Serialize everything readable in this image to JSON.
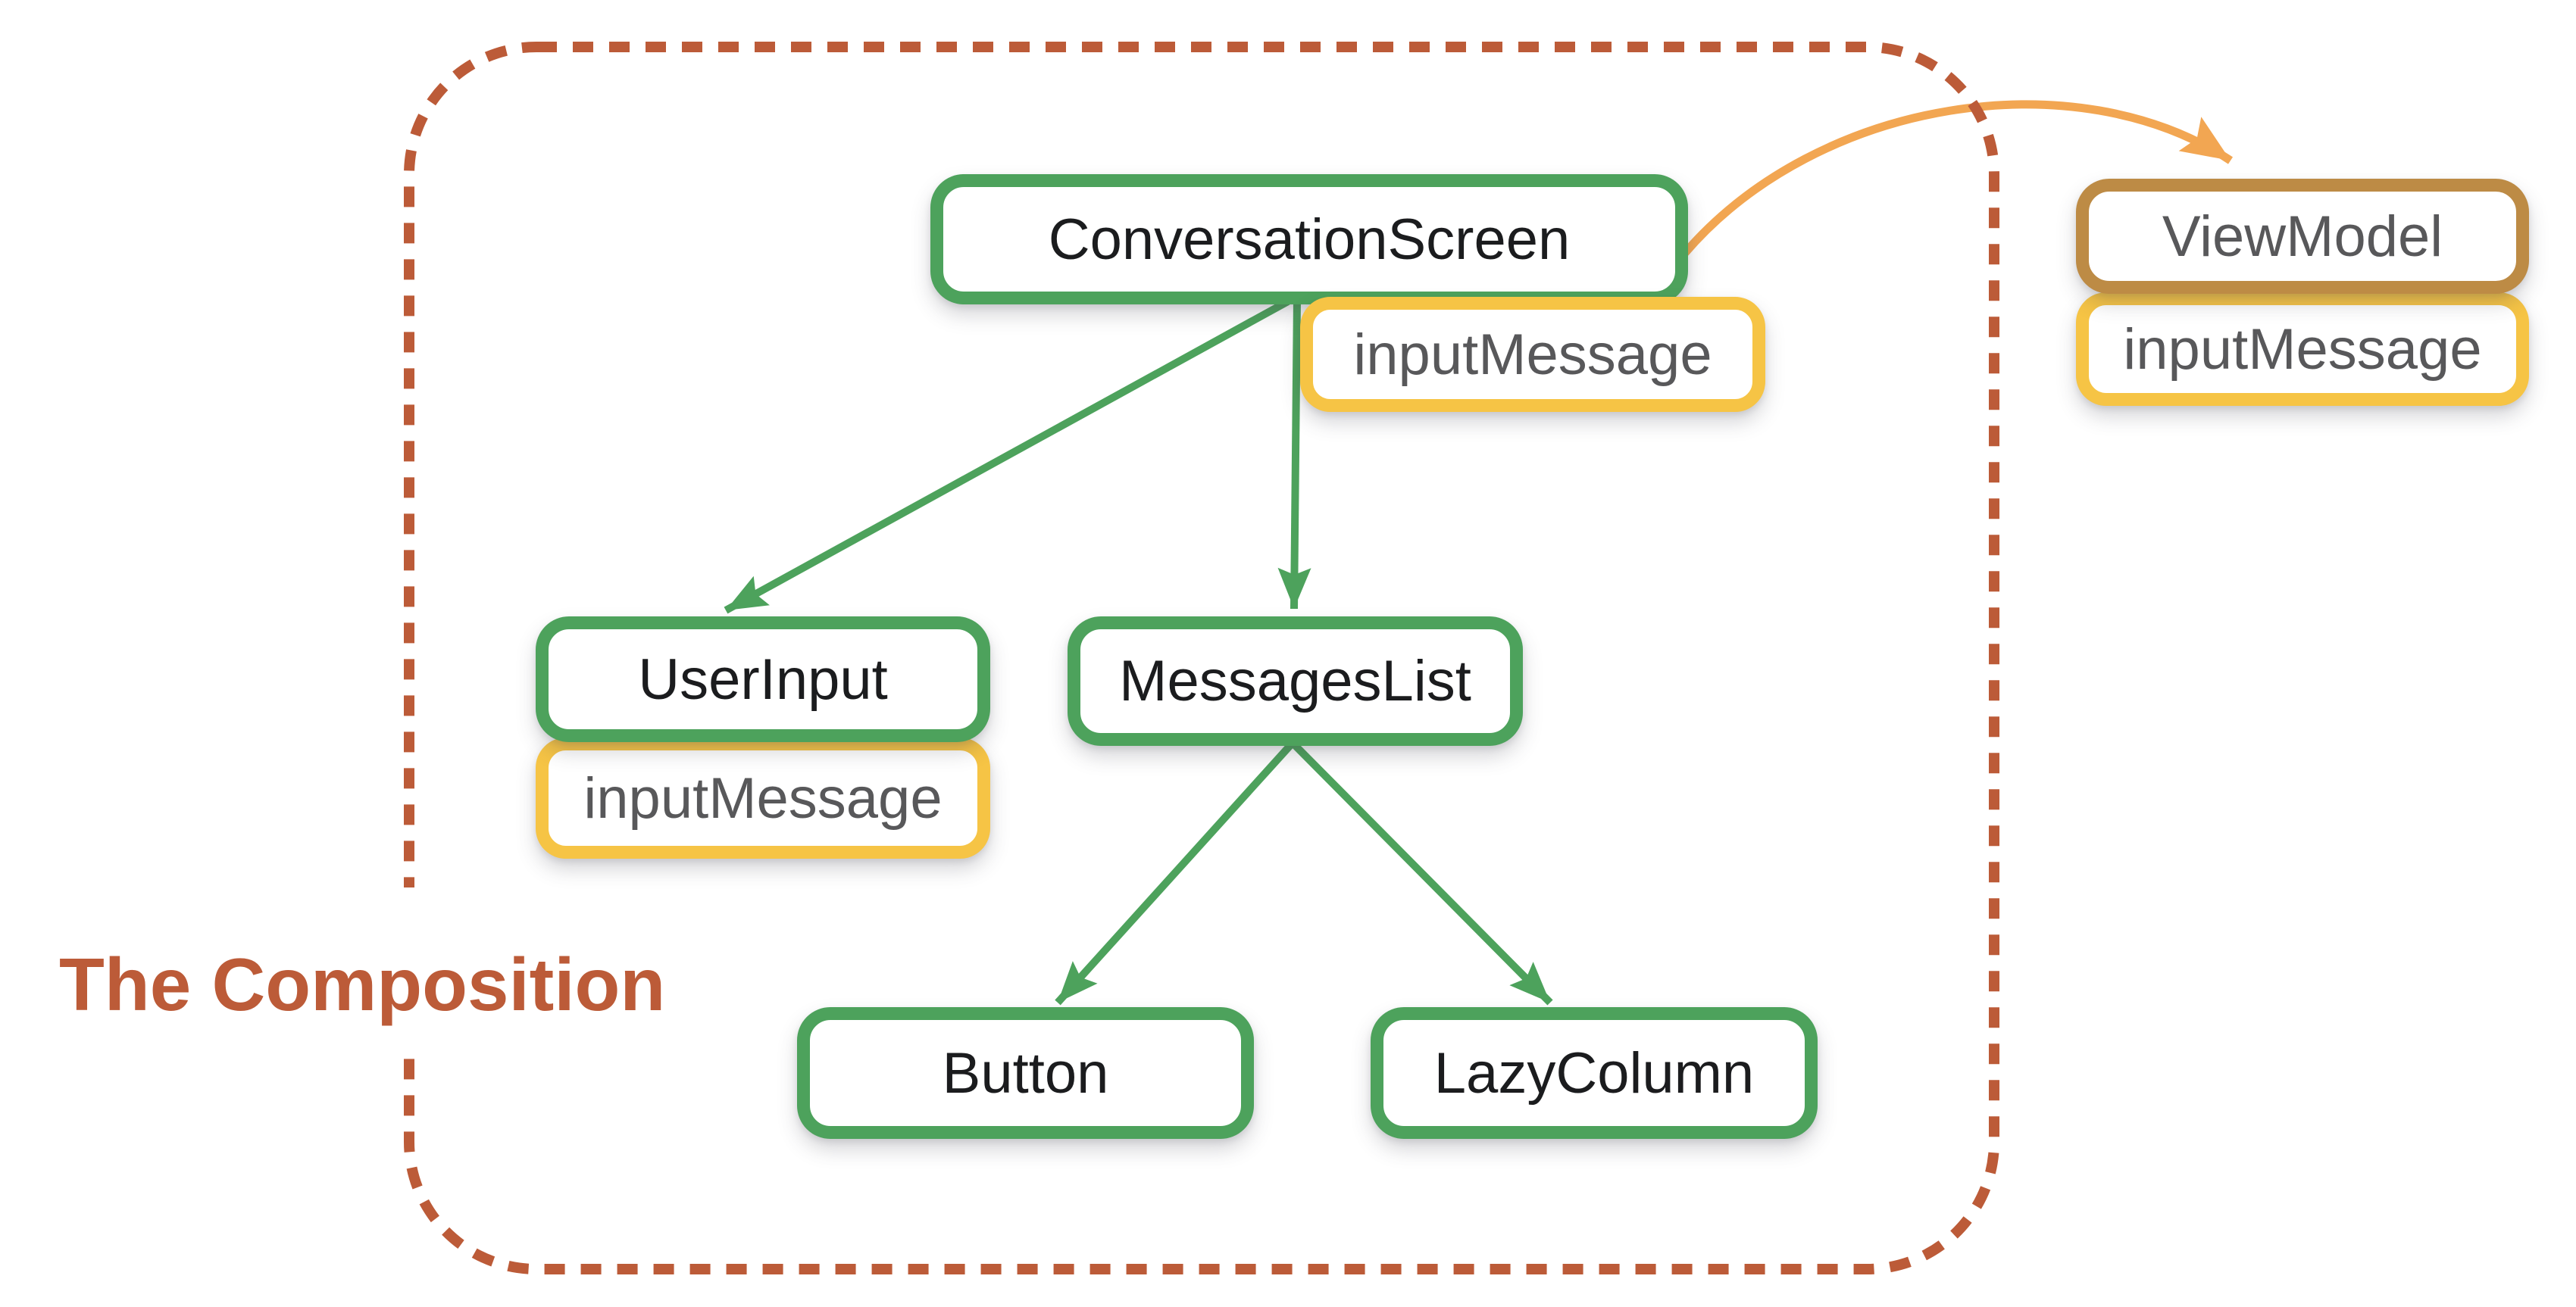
{
  "title": "The Composition",
  "nodes": {
    "conversation_screen": {
      "label": "ConversationScreen",
      "type": "composable"
    },
    "conversation_screen_state": {
      "label": "inputMessage",
      "type": "state"
    },
    "user_input": {
      "label": "UserInput",
      "type": "composable"
    },
    "user_input_state": {
      "label": "inputMessage",
      "type": "state"
    },
    "messages_list": {
      "label": "MessagesList",
      "type": "composable"
    },
    "button": {
      "label": "Button",
      "type": "composable"
    },
    "lazy_column": {
      "label": "LazyColumn",
      "type": "composable"
    },
    "view_model": {
      "label": "ViewModel",
      "type": "external"
    },
    "view_model_state": {
      "label": "inputMessage",
      "type": "state"
    }
  },
  "edges": [
    {
      "from": "ConversationScreen",
      "to": "UserInput",
      "style": "solid-green-arrow"
    },
    {
      "from": "ConversationScreen",
      "to": "MessagesList",
      "style": "solid-green-arrow"
    },
    {
      "from": "MessagesList",
      "to": "Button",
      "style": "solid-green-arrow"
    },
    {
      "from": "MessagesList",
      "to": "LazyColumn",
      "style": "solid-green-arrow"
    },
    {
      "from": "ConversationScreen",
      "to": "ViewModel",
      "style": "curved-orange-arrow"
    }
  ],
  "colors": {
    "bg": "#ffffff",
    "green": "#4DA25C",
    "yellow": "#F6C445",
    "brown": "#BD8B45",
    "orange": "#F2A652",
    "terracotta": "#BC5B38",
    "node_text": "#1B1C1E",
    "state_text": "#58585A"
  }
}
